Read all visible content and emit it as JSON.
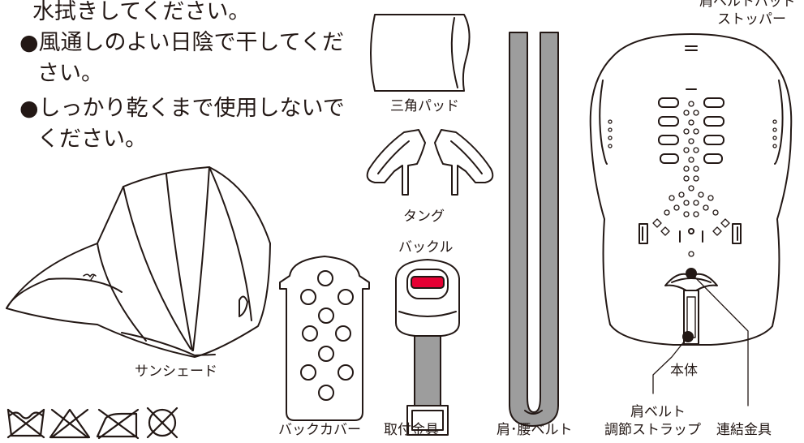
{
  "instructions": [
    "水拭きしてください。",
    "●風通しのよい日陰で干してくだ",
    "さい。",
    "●しっかり乾くまで使用しないで",
    "ください。"
  ],
  "labels": {
    "triangle_pad": "三角パッド",
    "tongue": "タング",
    "buckle": "バックル",
    "shoulder_pad_stopper_1": "肩ベルトパッド",
    "shoulder_pad_stopper_2": "ストッパー",
    "sunshade": "サンシェード",
    "back_cover": "バックカバー",
    "mount_bracket": "取付金具",
    "shoulder_waist_belt": "肩･腰ベルト",
    "main_body": "本体",
    "shoulder_belt_1": "肩ベルト",
    "shoulder_belt_2": "調節ストラップ",
    "connector": "連結金具"
  },
  "care_symbols": [
    "do-not-wash-icon",
    "do-not-bleach-icon",
    "do-not-iron-icon",
    "do-not-dry-clean-icon"
  ],
  "colors": {
    "ink": "#231815",
    "buckle_red": "#e60033",
    "belt_gray": "#9d9d9d"
  }
}
